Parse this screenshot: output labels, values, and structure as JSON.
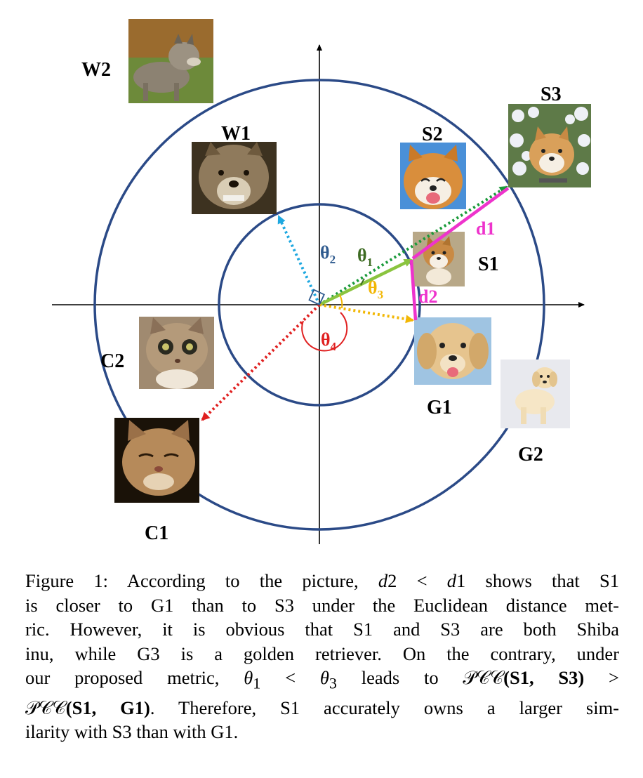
{
  "figure": {
    "labels": {
      "w1": "W1",
      "w2": "W2",
      "s1": "S1",
      "s2": "S2",
      "s3": "S3",
      "g1": "G1",
      "g2": "G2",
      "c1": "C1",
      "c2": "C2",
      "theta1": "θ",
      "theta1_sub": "1",
      "theta2": "θ",
      "theta2_sub": "2",
      "theta3": "θ",
      "theta3_sub": "3",
      "theta4": "θ",
      "theta4_sub": "4",
      "d1": "d1",
      "d2": "d2"
    },
    "colors": {
      "circle": "#2b4a87",
      "theta1": "#3d6b22",
      "theta2": "#2e5a8e",
      "theta3": "#f2b705",
      "theta4": "#e02020",
      "distance": "#ee33cc",
      "green_vector": "#8ac43f",
      "blue_vector": "#1fa8e0",
      "yellow_vector": "#f2b705",
      "red_vector": "#e02020",
      "dotted_green": "#1a9a3a"
    },
    "images": {
      "w1": "wolf face (snarling)",
      "w2": "wolf standing",
      "s1": "shiba inu puppy",
      "s2": "shiba inu smiling",
      "s3": "shiba inu among flowers",
      "g1": "golden retriever puppy face",
      "g2": "golden retriever puppy standing",
      "c1": "cat squinting",
      "c2": "cat surprised"
    }
  },
  "caption": {
    "line1_a": "Figure 1: According to the picture, ",
    "line1_m": "d",
    "line1_b": "2 < ",
    "line1_m2": "d",
    "line1_c": "1 shows that S1",
    "line2": "is closer to G1 than to S3 under the Euclidean distance met-",
    "line3": "ric. However, it is obvious that S1 and S3 are both Shiba",
    "line4": "inu, while G3 is a golden retriever. On the contrary, under",
    "line5_a": "our proposed metric, ",
    "line5_theta1": "θ",
    "line5_sub1": "1",
    "line5_lt": " < ",
    "line5_theta3": "θ",
    "line5_sub3": "3",
    "line5_b": " leads to ",
    "line5_pcc": "𝒫𝒞𝒞",
    "line5_args": "(S1, S3)",
    "line5_gt": " >",
    "line6_pcc": "𝒫𝒞𝒞",
    "line6_args": "(S1, G1)",
    "line6_b": ". Therefore, S1 accurately owns a larger sim-",
    "line7": "ilarity with S3 than with G1."
  }
}
